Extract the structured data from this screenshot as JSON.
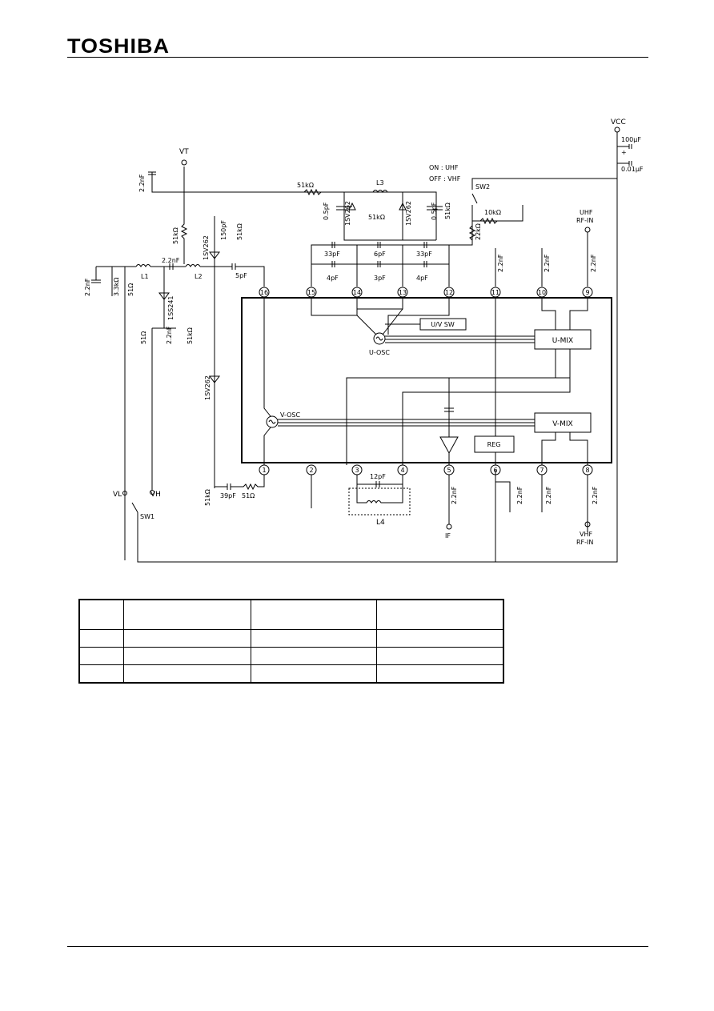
{
  "header": {
    "brand": "TOSHIBA"
  },
  "schematic": {
    "supply": {
      "vcc": "VCC",
      "vt": "VT",
      "cap_100uf": "100μF",
      "cap_001uf": "0.01μF",
      "plus": "+"
    },
    "switch2": {
      "name": "SW2",
      "on_label": "ON : UHF",
      "off_label": "OFF : VHF"
    },
    "switch1": {
      "name": "SW1",
      "vl": "VL",
      "vh": "VH"
    },
    "inductors": {
      "l1": "L1",
      "l2": "L2",
      "l3": "L3",
      "l4": "L4"
    },
    "diodes": [
      "1SV262",
      "1SS241",
      "1SV262",
      "1SV262",
      "1SV262"
    ],
    "resistors": [
      "51kΩ",
      "51kΩ",
      "51kΩ",
      "51kΩ",
      "3.3kΩ",
      "51Ω",
      "51Ω",
      "51kΩ",
      "51kΩ",
      "10kΩ",
      "22kΩ",
      "51kΩ",
      "51Ω"
    ],
    "capacitors": [
      "2.2nF",
      "2.2nF",
      "2.2nF",
      "2.2nF",
      "5pF",
      "0.5pF",
      "0.5pF",
      "150pF",
      "33pF",
      "6pF",
      "33pF",
      "4pF",
      "3pF",
      "4pF",
      "2.2nF",
      "2.2nF",
      "2.2nF",
      "39pF",
      "12pF",
      "2.2nF",
      "2.2nF",
      "2.2nF",
      "2.2nF"
    ],
    "blocks": {
      "u_osc": "U-OSC",
      "v_osc": "V-OSC",
      "uv_sw": "U/V SW",
      "u_mix": "U-MIX",
      "v_mix": "V-MIX",
      "reg": "REG"
    },
    "pins": [
      "1",
      "2",
      "3",
      "4",
      "5",
      "6",
      "7",
      "8",
      "9",
      "10",
      "11",
      "12",
      "13",
      "14",
      "15",
      "16"
    ],
    "ports": {
      "uhf_in_1": "UHF",
      "uhf_in_2": "RF-IN",
      "vhf_in_1": "VHF",
      "vhf_in_2": "RF-IN",
      "if_out": "IF"
    }
  },
  "table": {
    "rows": 4,
    "cols": 4
  }
}
